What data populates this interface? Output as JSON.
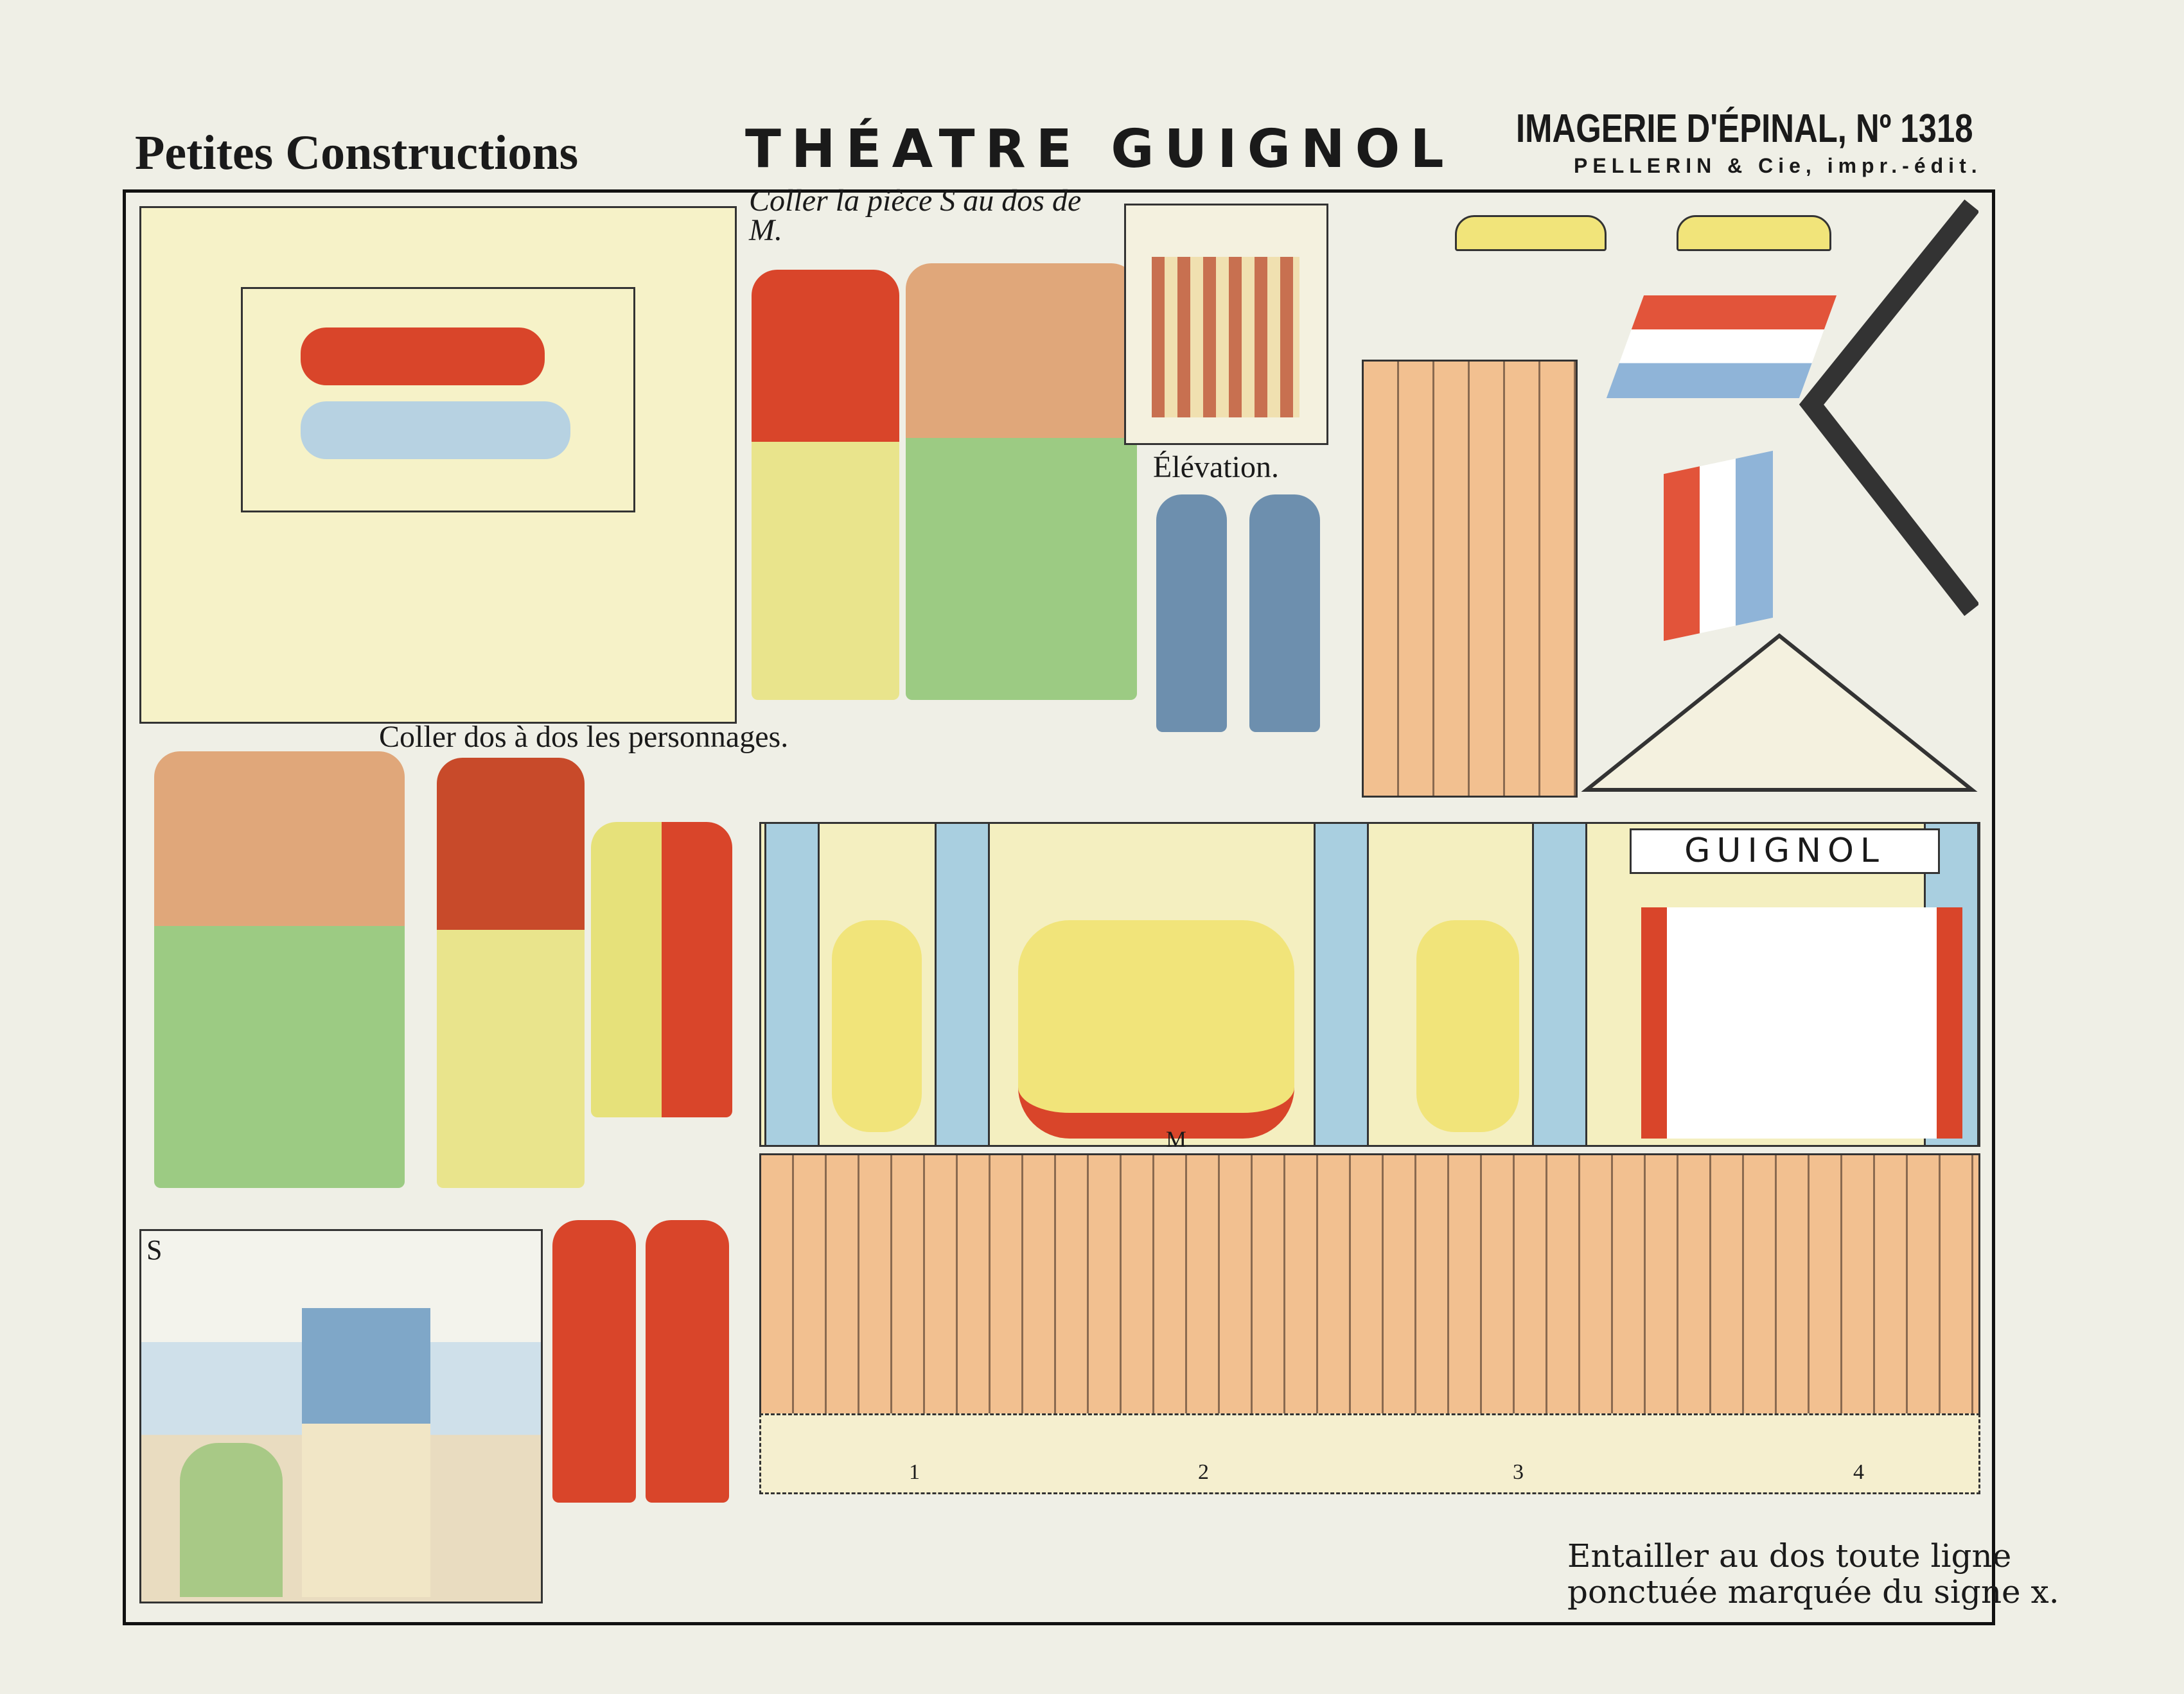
{
  "header": {
    "series": "Petites Constructions",
    "title": "THÉATRE GUIGNOL",
    "publisher": "IMAGERIE D'ÉPINAL, Nº 1318",
    "printer": "PELLERIN & Cie, impr.-édit."
  },
  "notes": {
    "glue_piece": "Coller la pièce S au dos de M.",
    "elevation": "Élévation.",
    "glue_back": "Coller dos à dos les personnages.",
    "cut_line1": "Entailler au dos toute ligne",
    "cut_line2": "ponctuée marquée du signe x."
  },
  "labels": {
    "sign": "GUIGNOL",
    "piece_s": "S",
    "piece_m": "M",
    "fold": [
      "1",
      "2",
      "3",
      "4"
    ]
  },
  "colors": {
    "paper": "#efefe6",
    "orange": "#f2c090",
    "blue": "#a9cfe0",
    "yellow": "#f6f2c8",
    "red": "#d9452a"
  }
}
